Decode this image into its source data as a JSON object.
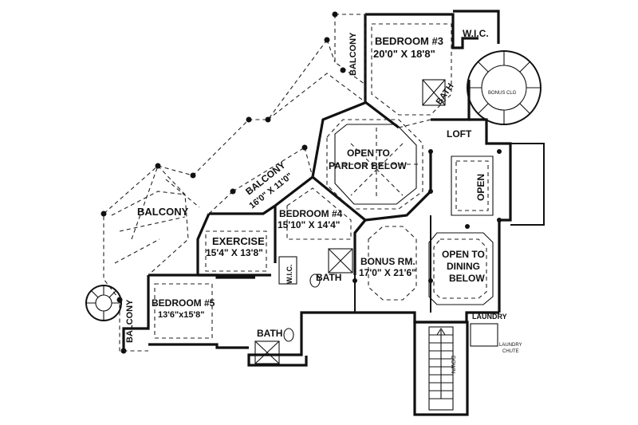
{
  "rooms": {
    "bedroom3": {
      "name": "BEDROOM #3",
      "size": "20'0\" X 18'8\""
    },
    "wic": "W.I.C.",
    "balcony_top": "BALCONY",
    "bath_top": "BATH",
    "bonus_clg": "BONUS CLG",
    "loft": "LOFT",
    "open_parlor": [
      "OPEN TO",
      "PARLOR BELOW"
    ],
    "balcony_mid": {
      "name": "BALCONY",
      "size": "16'0\" X 11'0\""
    },
    "balcony_left": "BALCONY",
    "bedroom4": {
      "name": "BEDROOM #4",
      "size": "15'10\" X 14'4\""
    },
    "open_small": "OPEN",
    "exercise": {
      "name": "EXERCISE",
      "size": "15'4\" X 13'8\""
    },
    "wic_small": "W.I.C.",
    "bath_mid": "BATH",
    "bonus": {
      "name": "BONUS RM.",
      "size": "17'0\" X 21'6\""
    },
    "open_dining": [
      "OPEN TO",
      "DINING",
      "BELOW"
    ],
    "bedroom5": {
      "name": "BEDROOM #5",
      "size": "13'6\"x15'8\""
    },
    "bath_low": "BATH",
    "balcony_low": "BALCONY",
    "laundry": "LAUNDRY",
    "laundry_chute": [
      "LAUNDRY",
      "CHUTE"
    ],
    "down": "DOWN"
  }
}
